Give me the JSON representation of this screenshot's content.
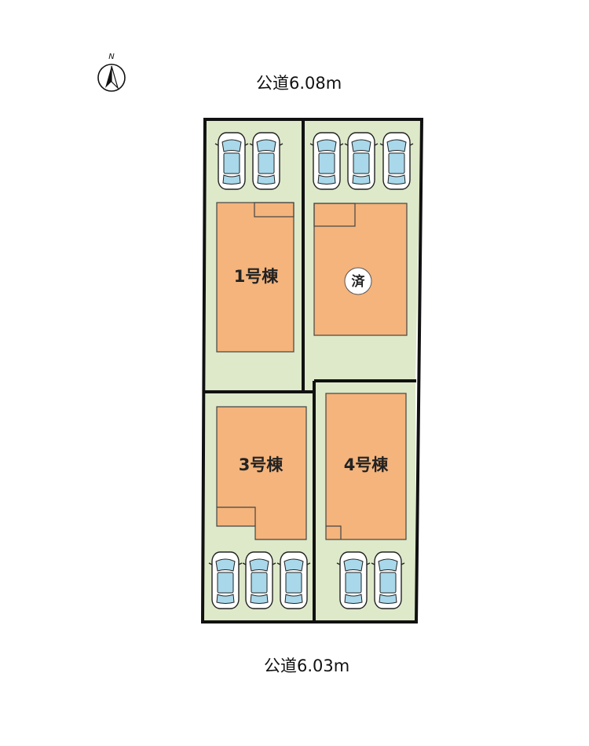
{
  "compass": {
    "label": "N"
  },
  "roads": {
    "north": "公道6.08m",
    "south": "公道6.03m"
  },
  "lots": [
    {
      "building_label": "1号棟",
      "sold_mark": "",
      "parking_spaces": 2
    },
    {
      "building_label": "",
      "sold_mark": "済",
      "parking_spaces": 3
    },
    {
      "building_label": "3号棟",
      "sold_mark": "",
      "parking_spaces": 3
    },
    {
      "building_label": "4号棟",
      "sold_mark": "",
      "parking_spaces": 2
    }
  ],
  "colors": {
    "lot_fill": "#dde9c9",
    "building_fill": "#f4b47c",
    "outline": "#111111",
    "car_window": "#a8d8ea"
  }
}
